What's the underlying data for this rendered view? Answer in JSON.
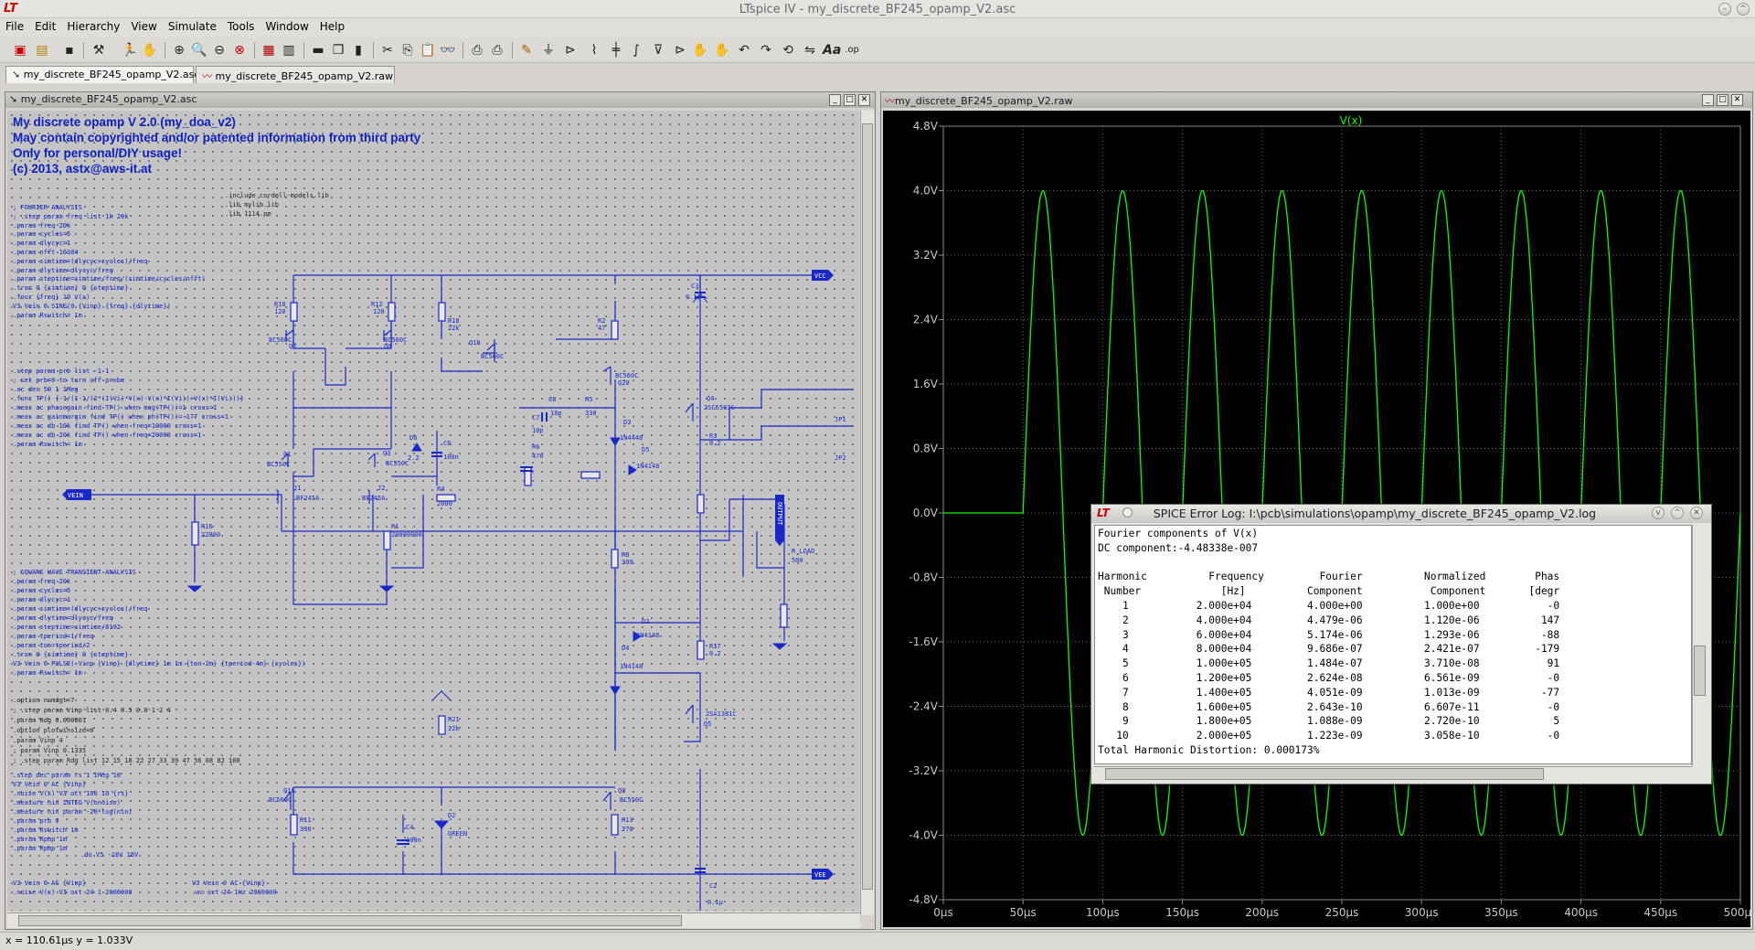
{
  "window": {
    "title": "LTspice IV - my_discrete_BF245_opamp_V2.asc",
    "logo": "LT"
  },
  "menu": [
    "File",
    "Edit",
    "Hierarchy",
    "View",
    "Simulate",
    "Tools",
    "Window",
    "Help"
  ],
  "tabs": [
    {
      "label": "my_discrete_BF245_opamp_V2.asc",
      "icon": "schematic-icon"
    },
    {
      "label": "my_discrete_BF245_opamp_V2.raw",
      "icon": "waveform-icon"
    }
  ],
  "schematic": {
    "window_title": "my_discrete_BF245_opamp_V2.asc",
    "header_lines": [
      "My discrete opamp V 2.0 (my_doa_v2)",
      "May contain copyrighted and/or patented information from third party",
      "Only for personal/DIY usage!",
      "(c) 2013, astx@aws-it.at"
    ],
    "includes": [
      ".include cordell-models.lib",
      ".lib mylib.lib",
      ".lib 1114.pm"
    ],
    "fourier_block": [
      "; FOURIER ANALYSIS",
      "; .step param freq list 1k 20k",
      ".param freq 20k",
      ".param cycles=5",
      ".param dlycyc=1",
      ".param nfft 16384",
      ".param simtime=(dlycyc+cycles)/freq",
      ".param dlytime=dlycyc/freq",
      ".param steptime=simtime/freq/(simtime/cycles/nfft)",
      ".tran 0 {simtime} 0 {steptime}",
      ".four {freq} 10 V(x)",
      "V3 Vein 0 SINE(0 {Vinp} {freq} {dlytime})",
      ".param Rswitch= 1m"
    ],
    "ac_block": [
      ".step param prb list -1 1",
      "; set prb=0 to turn off probe",
      ".ac dec 50 1 1Meg",
      ".func TP() {-1/(1-1/(2*(I(Vi)*V(x)-V(x)*I(Vi))+V(x)*I(Vi)))}",
      ".meas ac phasegain find TP() when mag(TP())=1 cross=1",
      ".meas ac gainmargin find TP() when ph(TP())=-177 cross=1",
      ".meas ac db 10k find TP() when freq=10000 cross=1",
      ".meas ac db 20k find TP() when freq=20000 cross=1",
      ".param Rswitch= 1m"
    ],
    "square_block": [
      "; SQUARE WAVE TRANSIENT ANALYSIS",
      ".param freq 20k",
      ".param cycles=5",
      ".param dlycyc=1",
      ".param simtime=(dlycyc+cycles)/freq",
      ".param dlytime=dlycyc/freq",
      ".param steptime=simtime/8192",
      ".param tperiod=1/freq",
      ".param ton=tperiod/2",
      ".tran 0 {simtime} 0 {steptime}",
      "V3 Vein 0 PULSE(-Vinp {Vinp} {dlytime} 1m 1m {ton-2m} {tperiod-4m} {cycles})",
      ".param Rswitch= 1m"
    ],
    "option_block": [
      ".option numdgt=7",
      "; .step param Vinp list 0.4 0.5 0.8 1 2 4",
      ".param Rdg 0.000001",
      ".option plotwinsize=0",
      ".param Vinp 4",
      "; param Vinp 0.1335",
      "; .step param Rdg list 12 15 18 22 27 33 39 47 56 68 82 100"
    ],
    "dec_block": [
      ".step dec param rs 1 1Meg 10",
      "V3 Vein 0 AC {Vinp}",
      ".noise V(x) V3 oct 100 10 {rs}",
      ".measure nin INTEG V(onoise)",
      ".measure nin param -20*log(nin)",
      ".param prb 0",
      ".param Rswitch 1m",
      ".param Rpmp 1m",
      ".param Rpmp 1m"
    ],
    "footer_left": [
      "V3 Vein 0 AC {Vinp}",
      ".noise V(x) V3 oct 24 1 2000000"
    ],
    "footer_right": [
      "V3 Vein 0 AC {Vinp}",
      ".ac oct 24 1Hz 2000000"
    ],
    "footer_extra": ".do V5 -18V 18V",
    "labels": {
      "vcc": "VCC",
      "vee": "VEE",
      "vein": "VEIN",
      "output": "OUTPUT",
      "r10": "R10",
      "r10v": "120",
      "r12": "R12",
      "r12v": "120",
      "r18": "R18",
      "r18v": "22k",
      "r2": "R2",
      "r2v": "47",
      "c3": "C3",
      "c3v": "0.1µ",
      "q2": "BC560C",
      "q2n": "Q2",
      "q6": "BC560C",
      "q6n": "Q6",
      "q10": "Q10",
      "q10v": "BC560C",
      "q20": "BC560C",
      "q20n": "Q20",
      "q4": "Q4",
      "q4v": "2SC5503C",
      "c8": "C8",
      "c8v": "10p",
      "r5": "R5",
      "r5v": "330",
      "d3": "D3",
      "d3v": "1N4448",
      "d5": "D5",
      "d5v": "1N4148",
      "c7": "C7",
      "c7v": "10p",
      "r6": "R6",
      "r6v": "470",
      "r3": "R3",
      "r3v": "0.2",
      "jp1": "JP1",
      "jp2": "JP2",
      "q1": "Q1",
      "q1v": "BC550C",
      "q3": "Q3",
      "q3v": "BC550C",
      "d6": "D6",
      "d6v": "2.2",
      "c6": "C6",
      "c6v": "100n",
      "j1": "J1",
      "j1v": "BF245A",
      "j2": "J2",
      "j2v": "BF245A",
      "r4": "R4",
      "r4v": "2000",
      "r16": "R16",
      "r16v": "22000",
      "r1": "R1",
      "r1v": "20000000",
      "rload": "R_LOAD",
      "rloadv": "500",
      "r8": "R8",
      "r8v": "300",
      "d2": "D2",
      "d2v": "1N4148",
      "d4": "D4",
      "d4v": "1N4148",
      "r17": "R17",
      "r17v": "0.2",
      "q5": "Q5",
      "q5v": "2SA1381C",
      "r21": "R21",
      "r21v": "22k",
      "q16": "Q16",
      "q16v": "BC560C",
      "q8": "Q8",
      "q8v": "BC550C",
      "c4": "C4",
      "c4v": "100n",
      "ld": "D2",
      "ldv": "GREEN",
      "r11": "R11",
      "r11v": "330",
      "r13": "R13",
      "r13v": "270",
      "c2": "C2",
      "c2v": "0.1µ"
    }
  },
  "plot": {
    "window_title": "my_discrete_BF245_opamp_V2.raw",
    "trace_label": "V(x)"
  },
  "chart_data": {
    "type": "line",
    "title": "V(x)",
    "series": [
      {
        "name": "V(x)",
        "color": "#00ff00",
        "frequency_hz": 20000,
        "amplitude_v": 4.0,
        "start_delay_us": 50
      }
    ],
    "x_ticks": [
      "0µs",
      "50µs",
      "100µs",
      "150µs",
      "200µs",
      "250µs",
      "300µs",
      "350µs",
      "400µs",
      "450µs",
      "500µs"
    ],
    "y_ticks": [
      "4.8V",
      "4.0V",
      "3.2V",
      "2.4V",
      "1.6V",
      "0.8V",
      "0.0V",
      "-0.8V",
      "-1.6V",
      "-2.4V",
      "-3.2V",
      "-4.0V",
      "-4.8V"
    ],
    "xlim": [
      0,
      500
    ],
    "ylim": [
      -4.8,
      4.8
    ],
    "grid": true
  },
  "error_log": {
    "title": "SPICE Error Log: I:\\pcb\\simulations\\opamp\\my_discrete_BF245_opamp_V2.log",
    "lines": [
      "Fourier components of V(x)",
      "DC component:-4.48338e-007",
      "",
      "Harmonic          Frequency         Fourier          Normalized        Phas",
      " Number             [Hz]          Component           Component       [degr",
      "    1           2.000e+04         4.000e+00          1.000e+00           -0",
      "    2           4.000e+04         4.479e-06          1.120e-06          147",
      "    3           6.000e+04         5.174e-06          1.293e-06          -88",
      "    4           8.000e+04         9.686e-07          2.421e-07         -179",
      "    5           1.000e+05         1.484e-07          3.710e-08           91",
      "    6           1.200e+05         2.624e-08          6.561e-09           -0",
      "    7           1.400e+05         4.051e-09          1.013e-09          -77",
      "    8           1.600e+05         2.643e-10          6.607e-11           -0",
      "    9           1.800e+05         1.088e-09          2.720e-10            5",
      "   10           2.000e+05         1.223e-09          3.058e-10           -0",
      "Total Harmonic Distortion: 0.000173%"
    ]
  },
  "status": {
    "cursor": "x = 110.61µs   y = 1.033V"
  }
}
